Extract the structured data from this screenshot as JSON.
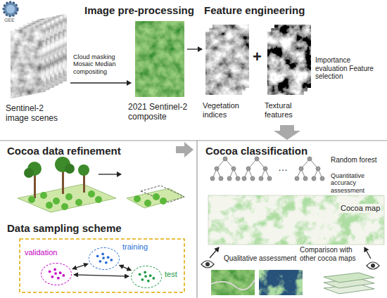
{
  "diagram": {
    "nodes": [
      {
        "text": [
          "validation"
        ]
      },
      {
        "text": [
          "training"
        ]
      },
      {
        "text": [
          "test"
        ]
      }
    ],
    "edges": [
      {
        "from": 0,
        "to": 1,
        "arrow": "both"
      },
      {
        "from": 1,
        "to": 2,
        "arrow": "both"
      },
      {
        "from": 0,
        "to": 2,
        "arrow": "both"
      }
    ],
    "labels": [
      "GEE",
      "Image pre-processing",
      "Feature engineering",
      "Sentinel-2 image scenes",
      "Cloud masking Mosaic Median compositing",
      "2021 Sentinel-2 composite",
      "Vegetation indices",
      "+",
      "Textural features",
      "Importance evaluation Feature selection",
      "Cocoa data refinement",
      "Data sampling scheme",
      "Cocoa classification",
      "…",
      "Random forest",
      "Quantitative accuracy assessment",
      "Cocoa map",
      "Qualitative assessment",
      "Comparison with other cocoa maps"
    ]
  }
}
